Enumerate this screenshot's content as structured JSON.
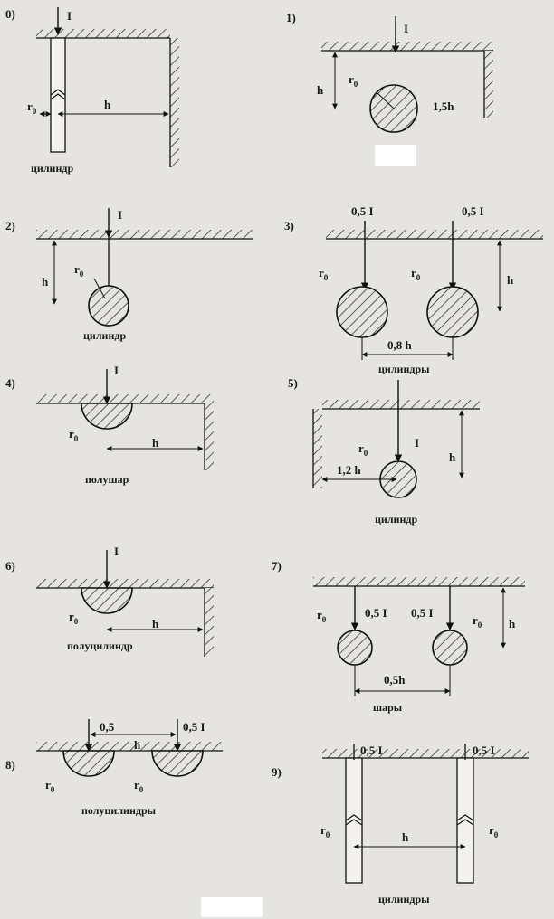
{
  "panels": [
    {
      "num": "0)",
      "current": "I",
      "r": "r",
      "sub": "0",
      "h": "h",
      "caption": "цилиндр"
    },
    {
      "num": "1)",
      "current": "I",
      "r": "r",
      "sub": "0",
      "h": "h",
      "dist": "1,5h"
    },
    {
      "num": "2)",
      "current": "I",
      "r": "r",
      "sub": "0",
      "h": "h",
      "caption": "цилиндр"
    },
    {
      "num": "3)",
      "c1": "0,5 I",
      "c2": "0,5 I",
      "r": "r",
      "sub": "0",
      "h": "h",
      "dist": "0,8 h",
      "caption": "цилиндры"
    },
    {
      "num": "4)",
      "current": "I",
      "r": "r",
      "sub": "0",
      "h": "h",
      "caption": "полушар"
    },
    {
      "num": "5)",
      "current": "I",
      "r": "r",
      "sub": "0",
      "h": "h",
      "dist": "1,2 h",
      "caption": "цилиндр"
    },
    {
      "num": "6)",
      "current": "I",
      "r": "r",
      "sub": "0",
      "h": "h",
      "caption": "полуцилиндр"
    },
    {
      "num": "7)",
      "c1": "0,5 I",
      "c2": "0,5 I",
      "r": "r",
      "sub": "0",
      "h": "h",
      "dist": "0,5h",
      "caption": "шары"
    },
    {
      "num": "8)",
      "c1": "0,5",
      "c2": "0,5 I",
      "h": "h",
      "r": "r",
      "sub": "0",
      "caption": "полуцилиндры"
    },
    {
      "num": "9)",
      "c1": "0,5 I",
      "c2": "0,5 I",
      "r": "r",
      "sub": "0",
      "h": "h",
      "caption": "цилиндры"
    }
  ]
}
